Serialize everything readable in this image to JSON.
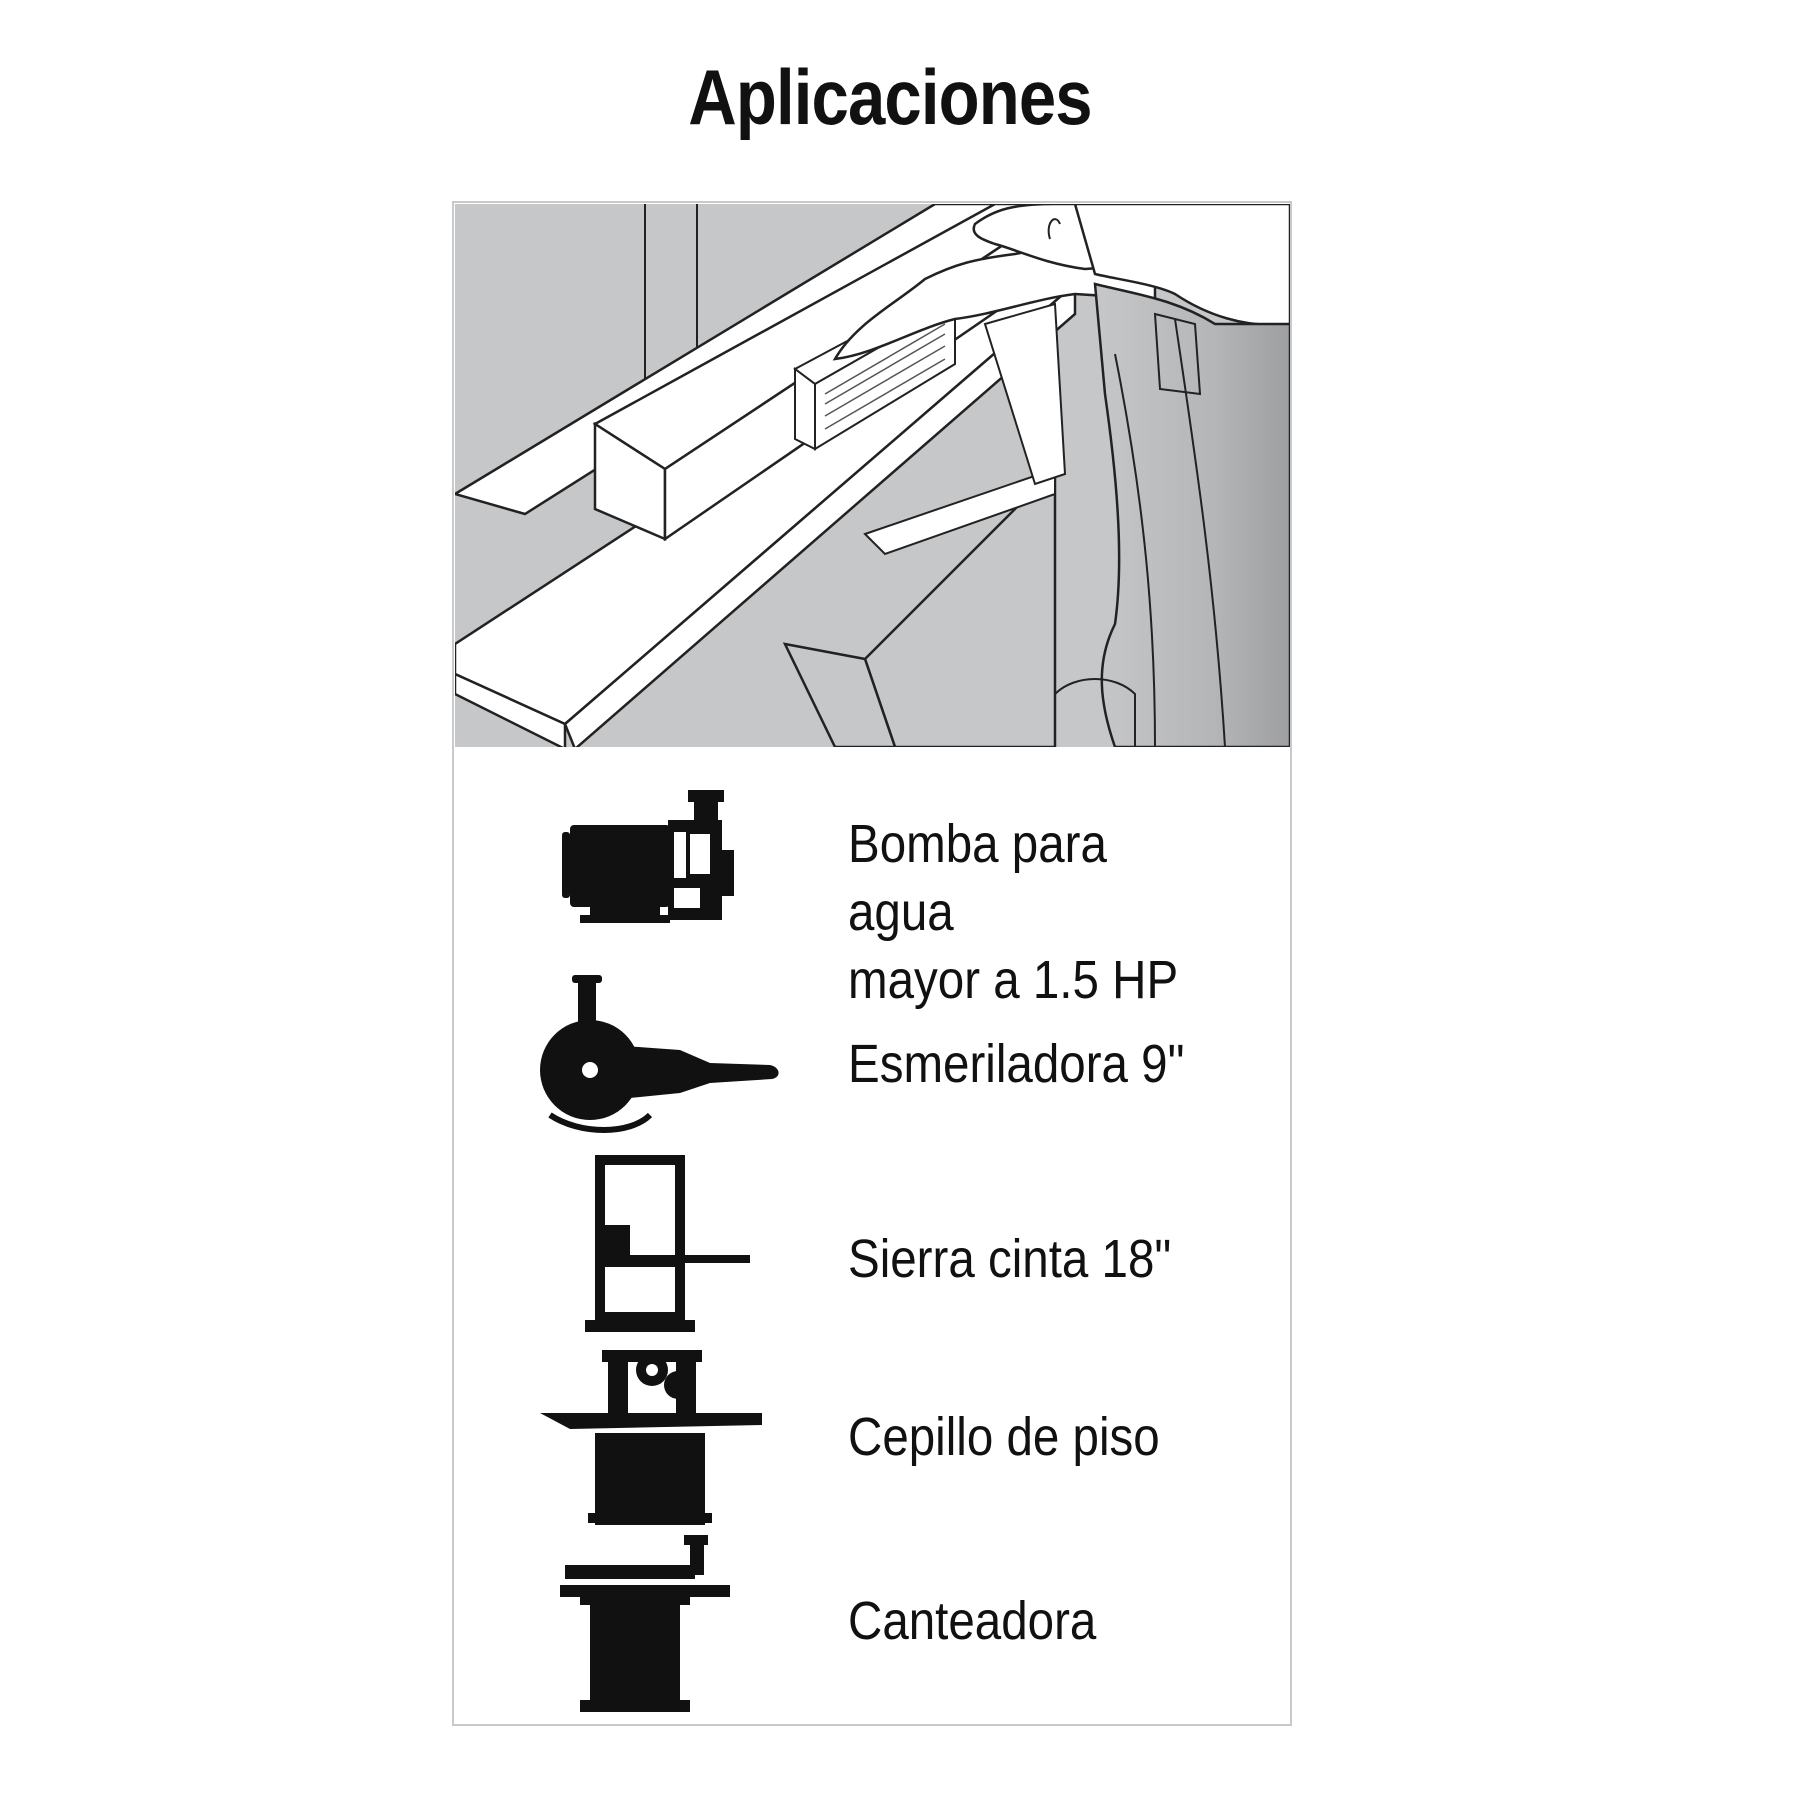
{
  "title": "Aplicaciones",
  "scene": {
    "illustration": "hand-pushing-wood-on-jointer",
    "background_color": "#c6c7c9"
  },
  "applications": [
    {
      "icon": "water-pump-icon",
      "label": "Bomba para agua\nmayor a 1.5 HP"
    },
    {
      "icon": "angle-grinder-icon",
      "label": "Esmeriladora 9\""
    },
    {
      "icon": "band-saw-icon",
      "label": "Sierra cinta 18\""
    },
    {
      "icon": "floor-planer-icon",
      "label": "Cepillo de piso"
    },
    {
      "icon": "jointer-icon",
      "label": "Canteadora"
    }
  ]
}
